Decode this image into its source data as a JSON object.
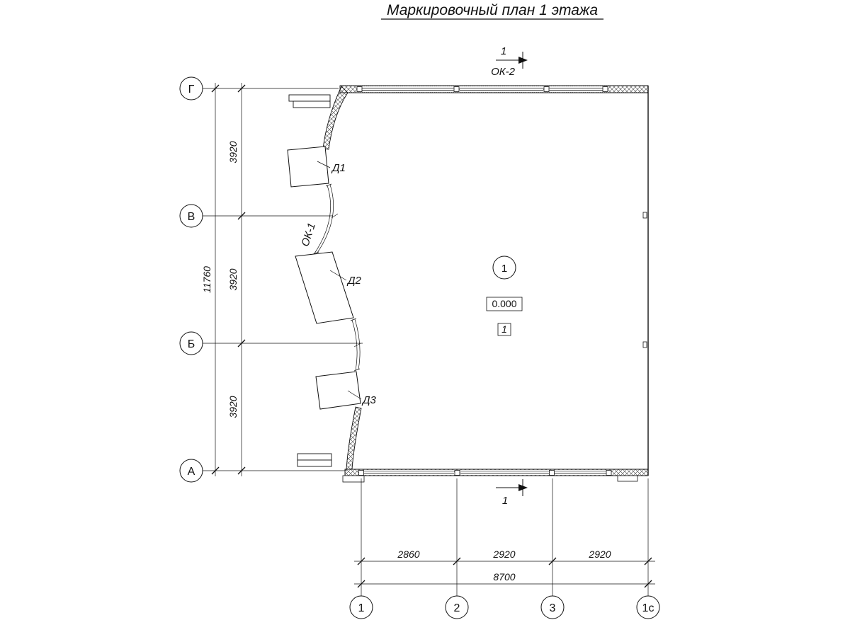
{
  "title": "Маркировочный план 1 этажа",
  "section_marks": {
    "top": {
      "number": "1",
      "window_label": "ОК-2"
    },
    "bottom": {
      "number": "1"
    }
  },
  "axes": {
    "left": [
      {
        "label": "Г"
      },
      {
        "label": "В"
      },
      {
        "label": "Б"
      },
      {
        "label": "А"
      }
    ],
    "bottom": [
      {
        "label": "1"
      },
      {
        "label": "2"
      },
      {
        "label": "3"
      },
      {
        "label": "1с"
      }
    ]
  },
  "dimensions": {
    "left": {
      "segments": [
        {
          "value": "3920"
        },
        {
          "value": "3920"
        },
        {
          "value": "3920"
        }
      ],
      "total": "11760"
    },
    "bottom": {
      "segments": [
        {
          "value": "2860"
        },
        {
          "value": "2920"
        },
        {
          "value": "2920"
        }
      ],
      "total": "8700"
    }
  },
  "openings": {
    "door_1": "Д1",
    "door_2": "Д2",
    "door_3": "Д3",
    "window_1": "ОК-1"
  },
  "room": {
    "number": "1",
    "elevation": "0.000",
    "floor_type": "1"
  },
  "colors": {
    "line": "#1a1a1a",
    "background": "#ffffff"
  }
}
